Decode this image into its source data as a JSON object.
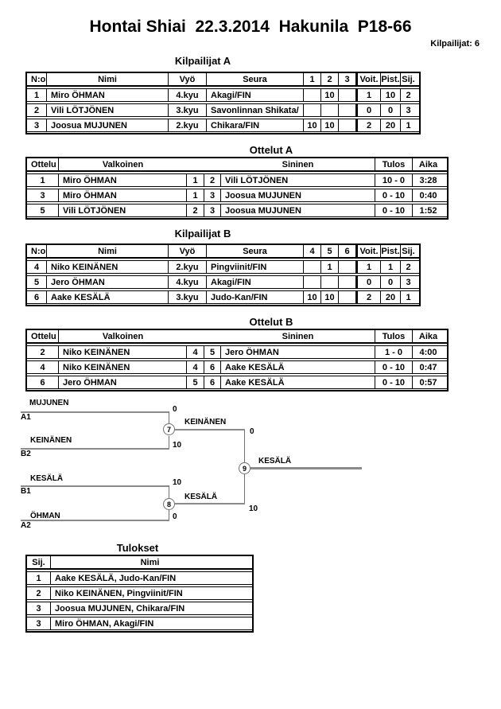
{
  "page": {
    "title": "Hontai Shiai  22.3.2014  Hakunila  P18-66",
    "competitors_count": "Kilpailijat: 6"
  },
  "pool_a": {
    "heading": "Kilpailijat A",
    "headers": {
      "no": "N:o",
      "name": "Nimi",
      "belt": "Vyö",
      "club": "Seura",
      "m1": "1",
      "m2": "2",
      "m3": "3",
      "wins": "Voit.",
      "points": "Pist.",
      "place": "Sij."
    },
    "rows": [
      {
        "no": "1",
        "name": "Miro ÖHMAN",
        "belt": "4.kyu",
        "club": "Akagi/FIN",
        "m1": "",
        "m2": "10",
        "m3": "",
        "wins": "1",
        "points": "10",
        "place": "2"
      },
      {
        "no": "2",
        "name": "Vili LÖTJÖNEN",
        "belt": "3.kyu",
        "club": "Savonlinnan Shikata/",
        "m1": "",
        "m2": "",
        "m3": "",
        "wins": "0",
        "points": "0",
        "place": "3"
      },
      {
        "no": "3",
        "name": "Joosua MUJUNEN",
        "belt": "2.kyu",
        "club": "Chikara/FIN",
        "m1": "10",
        "m2": "10",
        "m3": "",
        "wins": "2",
        "points": "20",
        "place": "1"
      }
    ]
  },
  "matches_a": {
    "heading": "Ottelut A",
    "headers": {
      "match": "Ottelu",
      "white": "Valkoinen",
      "blue": "Sininen",
      "result": "Tulos",
      "time": "Aika"
    },
    "rows": [
      {
        "match": "1",
        "white": "Miro ÖHMAN",
        "white_no": "1",
        "blue_no": "2",
        "blue": "Vili LÖTJÖNEN",
        "result": "10 - 0",
        "time": "3:28"
      },
      {
        "match": "3",
        "white": "Miro ÖHMAN",
        "white_no": "1",
        "blue_no": "3",
        "blue": "Joosua MUJUNEN",
        "result": "0 - 10",
        "time": "0:40"
      },
      {
        "match": "5",
        "white": "Vili LÖTJÖNEN",
        "white_no": "2",
        "blue_no": "3",
        "blue": "Joosua MUJUNEN",
        "result": "0 - 10",
        "time": "1:52"
      }
    ]
  },
  "pool_b": {
    "heading": "Kilpailijat B",
    "headers": {
      "no": "N:o",
      "name": "Nimi",
      "belt": "Vyö",
      "club": "Seura",
      "m1": "4",
      "m2": "5",
      "m3": "6",
      "wins": "Voit.",
      "points": "Pist.",
      "place": "Sij."
    },
    "rows": [
      {
        "no": "4",
        "name": "Niko KEINÄNEN",
        "belt": "2.kyu",
        "club": "Pingviinit/FIN",
        "m1": "",
        "m2": "1",
        "m3": "",
        "wins": "1",
        "points": "1",
        "place": "2"
      },
      {
        "no": "5",
        "name": "Jero ÖHMAN",
        "belt": "4.kyu",
        "club": "Akagi/FIN",
        "m1": "",
        "m2": "",
        "m3": "",
        "wins": "0",
        "points": "0",
        "place": "3"
      },
      {
        "no": "6",
        "name": "Aake KESÄLÄ",
        "belt": "3.kyu",
        "club": "Judo-Kan/FIN",
        "m1": "10",
        "m2": "10",
        "m3": "",
        "wins": "2",
        "points": "20",
        "place": "1"
      }
    ]
  },
  "matches_b": {
    "heading": "Ottelut B",
    "headers": {
      "match": "Ottelu",
      "white": "Valkoinen",
      "blue": "Sininen",
      "result": "Tulos",
      "time": "Aika"
    },
    "rows": [
      {
        "match": "2",
        "white": "Niko KEINÄNEN",
        "white_no": "4",
        "blue_no": "5",
        "blue": "Jero ÖHMAN",
        "result": "1 - 0",
        "time": "4:00"
      },
      {
        "match": "4",
        "white": "Niko KEINÄNEN",
        "white_no": "4",
        "blue_no": "6",
        "blue": "Aake KESÄLÄ",
        "result": "0 - 10",
        "time": "0:47"
      },
      {
        "match": "6",
        "white": "Jero ÖHMAN",
        "white_no": "5",
        "blue_no": "6",
        "blue": "Aake KESÄLÄ",
        "result": "0 - 10",
        "time": "0:57"
      }
    ]
  },
  "bracket": {
    "semi_top": {
      "slot1": {
        "name": "MUJUNEN",
        "seed": "A1",
        "score": "0"
      },
      "slot2": {
        "name": "KEINÄNEN",
        "seed": "B2",
        "score": "10"
      },
      "match_no": "7",
      "winner": "KEINÄNEN",
      "winner_score": "0"
    },
    "semi_bottom": {
      "slot1": {
        "name": "KESÄLÄ",
        "seed": "B1",
        "score": "10"
      },
      "slot2": {
        "name": "ÖHMAN",
        "seed": "A2",
        "score": "0"
      },
      "match_no": "8",
      "winner": "KESÄLÄ",
      "winner_score": "10"
    },
    "final": {
      "match_no": "9",
      "winner": "KESÄLÄ"
    }
  },
  "results": {
    "heading": "Tulokset",
    "headers": {
      "place": "Sij.",
      "name": "Nimi"
    },
    "rows": [
      {
        "place": "1",
        "name": "Aake KESÄLÄ, Judo-Kan/FIN"
      },
      {
        "place": "2",
        "name": "Niko KEINÄNEN, Pingviinit/FIN"
      },
      {
        "place": "3",
        "name": "Joosua MUJUNEN, Chikara/FIN"
      },
      {
        "place": "3",
        "name": "Miro ÖHMAN, Akagi/FIN"
      }
    ]
  }
}
